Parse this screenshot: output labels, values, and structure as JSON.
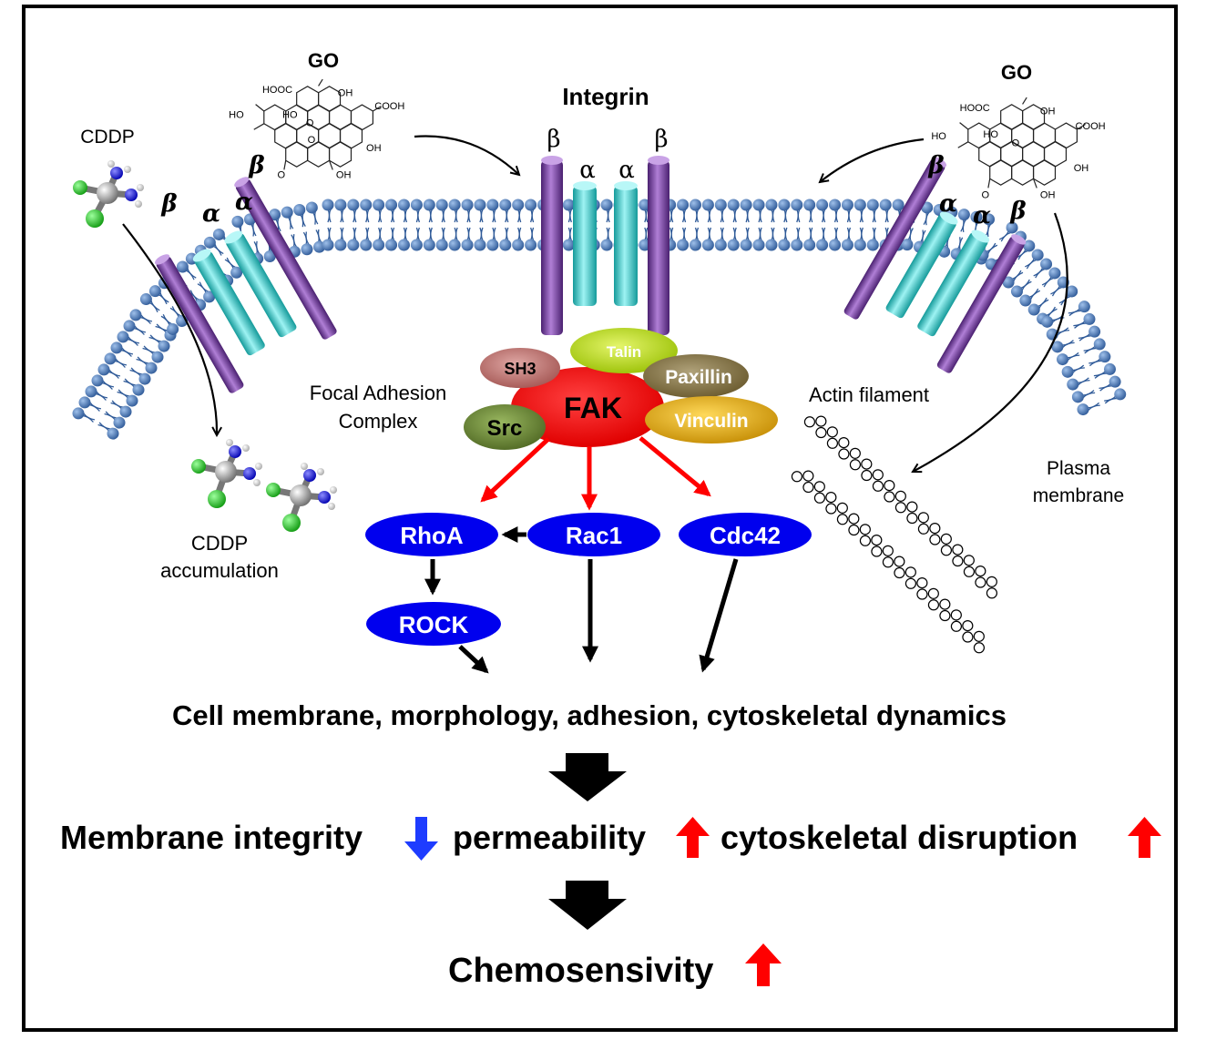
{
  "labels": {
    "go_left": "GO",
    "go_right": "GO",
    "integrin": "Integrin",
    "cddp": "CDDP",
    "cddp_accumulation_1": "CDDP",
    "cddp_accumulation_2": "accumulation",
    "focal_adhesion_1": "Focal Adhesion",
    "focal_adhesion_2": "Complex",
    "actin_filament": "Actin filament",
    "plasma_membrane_1": "Plasma",
    "plasma_membrane_2": "membrane"
  },
  "greek": {
    "beta": "β",
    "alpha": "α"
  },
  "go_groups": {
    "hooc": "HOOC",
    "oh": "OH",
    "cooh": "COOH",
    "ho": "HO",
    "o": "O"
  },
  "proteins": {
    "talin": "Talin",
    "sh3": "SH3",
    "paxillin": "Paxillin",
    "fak": "FAK",
    "src": "Src",
    "vinculin": "Vinculin"
  },
  "gtpases": {
    "rhoa": "RhoA",
    "rac1": "Rac1",
    "cdc42": "Cdc42",
    "rock": "ROCK"
  },
  "outcomes": {
    "line1": "Cell membrane, morphology, adhesion, cytoskeletal dynamics",
    "membrane_integrity": "Membrane integrity",
    "permeability": "permeability",
    "cytoskeletal_disruption": "cytoskeletal disruption",
    "chemosensivity": "Chemosensivity"
  },
  "colors": {
    "integrin_beta": "#7b3fa0",
    "integrin_alpha": "#2bc6c6",
    "membrane": "#3f6fb0",
    "fak": "#ff0000",
    "talin": "#bfe31a",
    "sh3": "#c47a77",
    "paxillin": "#8a7a4a",
    "src": "#6e8a3a",
    "vinculin": "#e5b21a",
    "gtpase": "#0000ee",
    "red_arrow": "#ff0000",
    "blue_arrow": "#1e3cff"
  }
}
